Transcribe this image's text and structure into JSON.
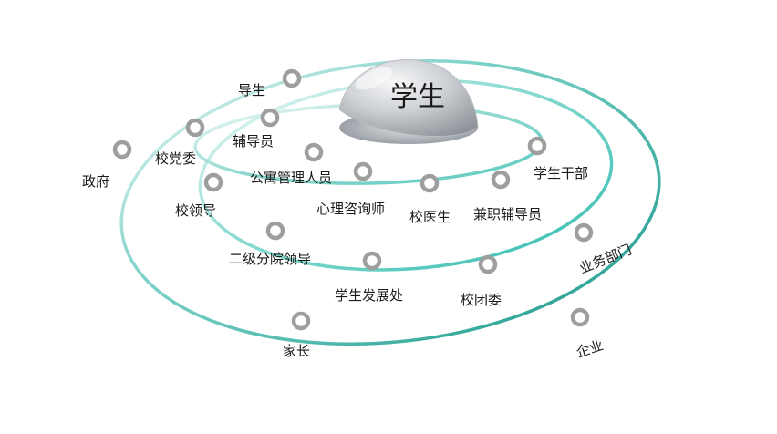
{
  "center": {
    "label": "学生"
  },
  "colors": {
    "ring_light": "#d9f2ee",
    "ring_mid": "#4fc9bf",
    "ring_dark": "#1f9e92",
    "node_stroke": "#9e9e9e",
    "dome": "#c9ccd0"
  },
  "rings": {
    "inner": {
      "nodes": [
        "导生",
        "辅导员",
        "公寓管理人员",
        "心理咨询师",
        "校医生",
        "兼职辅导员",
        "学生干部"
      ]
    },
    "middle": {
      "nodes": [
        "校党委",
        "校领导",
        "二级分院领导",
        "学生发展处",
        "校团委",
        "业务部门"
      ]
    },
    "outer": {
      "nodes": [
        "政府",
        "家长",
        "企业"
      ]
    }
  }
}
